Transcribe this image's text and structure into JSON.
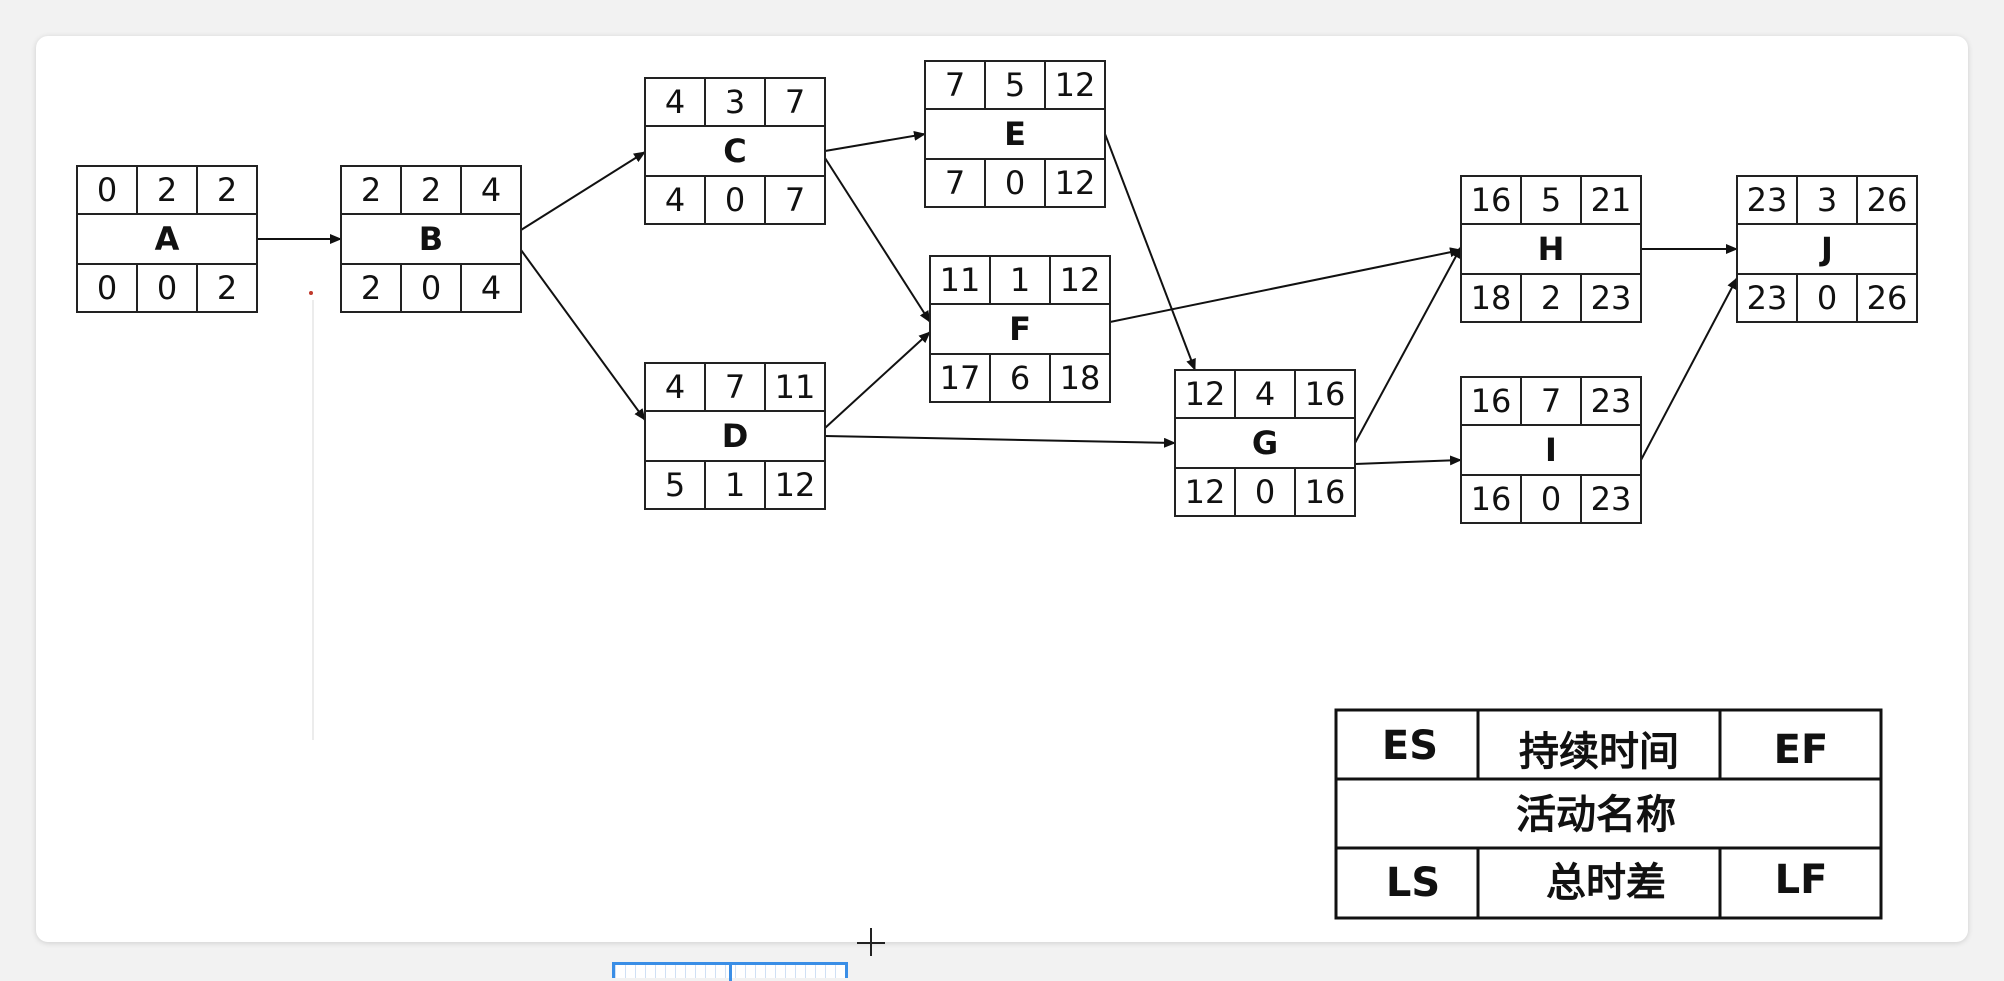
{
  "activities": [
    {
      "id": "A",
      "name": "A",
      "es": "0",
      "dur": "2",
      "ef": "2",
      "ls": "0",
      "tf": "0",
      "lf": "2"
    },
    {
      "id": "B",
      "name": "B",
      "es": "2",
      "dur": "2",
      "ef": "4",
      "ls": "2",
      "tf": "0",
      "lf": "4"
    },
    {
      "id": "C",
      "name": "C",
      "es": "4",
      "dur": "3",
      "ef": "7",
      "ls": "4",
      "tf": "0",
      "lf": "7"
    },
    {
      "id": "D",
      "name": "D",
      "es": "4",
      "dur": "7",
      "ef": "11",
      "ls": "5",
      "tf": "1",
      "lf": "12"
    },
    {
      "id": "E",
      "name": "E",
      "es": "7",
      "dur": "5",
      "ef": "12",
      "ls": "7",
      "tf": "0",
      "lf": "12"
    },
    {
      "id": "F",
      "name": "F",
      "es": "11",
      "dur": "1",
      "ef": "12",
      "ls": "17",
      "tf": "6",
      "lf": "18"
    },
    {
      "id": "G",
      "name": "G",
      "es": "12",
      "dur": "4",
      "ef": "16",
      "ls": "12",
      "tf": "0",
      "lf": "16"
    },
    {
      "id": "H",
      "name": "H",
      "es": "16",
      "dur": "5",
      "ef": "21",
      "ls": "18",
      "tf": "2",
      "lf": "23"
    },
    {
      "id": "I",
      "name": "I",
      "es": "16",
      "dur": "7",
      "ef": "23",
      "ls": "16",
      "tf": "0",
      "lf": "23"
    },
    {
      "id": "J",
      "name": "J",
      "es": "23",
      "dur": "3",
      "ef": "26",
      "ls": "23",
      "tf": "0",
      "lf": "26"
    }
  ],
  "edges": [
    [
      "A",
      "B"
    ],
    [
      "B",
      "C"
    ],
    [
      "B",
      "D"
    ],
    [
      "C",
      "E"
    ],
    [
      "C",
      "F"
    ],
    [
      "D",
      "F"
    ],
    [
      "D",
      "G"
    ],
    [
      "E",
      "G"
    ],
    [
      "F",
      "H"
    ],
    [
      "G",
      "H"
    ],
    [
      "G",
      "I"
    ],
    [
      "H",
      "J"
    ],
    [
      "I",
      "J"
    ]
  ],
  "legend": {
    "es": "ES",
    "duration": "持续时间",
    "ef": "EF",
    "activity_name": "活动名称",
    "ls": "LS",
    "total_float": "总时差",
    "lf": "LF"
  }
}
